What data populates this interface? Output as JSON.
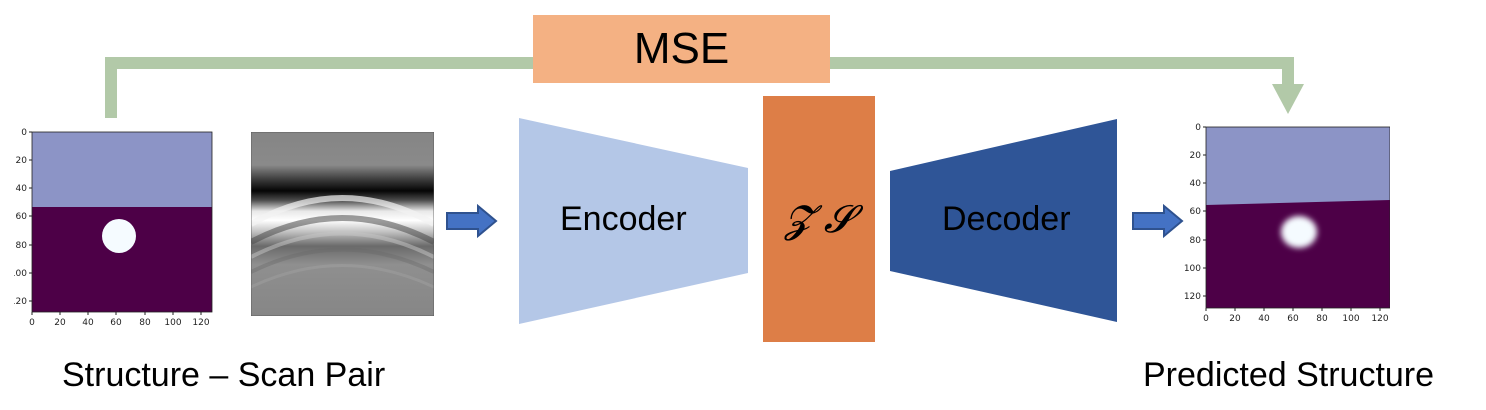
{
  "loss": {
    "label": "MSE"
  },
  "latent": {
    "label": "𝓩 𝓢"
  },
  "encoder": {
    "label": "Encoder"
  },
  "decoder": {
    "label": "Decoder"
  },
  "captions": {
    "input_pair": "Structure – Scan Pair",
    "output": "Predicted Structure"
  },
  "plot_ticks": {
    "y": [
      "0",
      "20",
      "40",
      "60",
      "80",
      "100",
      "120"
    ],
    "x": [
      "0",
      "20",
      "40",
      "60",
      "80",
      "100",
      "120"
    ]
  },
  "colors": {
    "upper_layer": "#8c94c6",
    "lower_layer": "#4d0047",
    "inclusion": "#f5fbff",
    "encoder": "#b4c7e7",
    "decoder": "#2f5597",
    "latent": "#dd7e47",
    "mse": "#f4b183",
    "skip_arrow": "#b2c9a8",
    "flow_arrow": "#2e5aa6"
  }
}
